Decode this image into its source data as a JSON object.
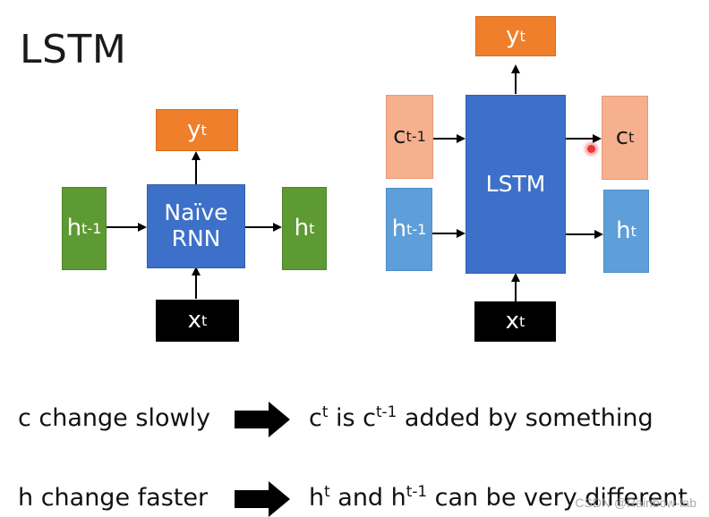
{
  "title": "LSTM",
  "rnn": {
    "output": {
      "base": "y",
      "sup": "t"
    },
    "hidden_in": {
      "base": "h",
      "sup": "t-1"
    },
    "cell_line1": "Naïve",
    "cell_line2": "RNN",
    "hidden_out": {
      "base": "h",
      "sup": "t"
    },
    "input": {
      "base": "x",
      "sup": "t"
    }
  },
  "lstm": {
    "output": {
      "base": "y",
      "sup": "t"
    },
    "cell_in": {
      "base": "c",
      "sup": "t-1"
    },
    "hidden_in": {
      "base": "h",
      "sup": "t-1"
    },
    "cell_label": "LSTM",
    "cell_out": {
      "base": "c",
      "sup": "t"
    },
    "hidden_out": {
      "base": "h",
      "sup": "t"
    },
    "input": {
      "base": "x",
      "sup": "t"
    }
  },
  "notes": [
    {
      "left": "c change slowly",
      "right": [
        {
          "text": "c"
        },
        {
          "sup": "t"
        },
        {
          "text": " is c"
        },
        {
          "sup": "t-1"
        },
        {
          "text": " added by something"
        }
      ]
    },
    {
      "left": "h change faster",
      "right": [
        {
          "text": "h"
        },
        {
          "sup": "t"
        },
        {
          "text": " and h"
        },
        {
          "sup": "t-1"
        },
        {
          "text": " can be very different"
        }
      ]
    }
  ],
  "watermark": "CSDN @Rainbow-lab",
  "colors": {
    "green": "#5e9a33",
    "orange": "#ef7f2b",
    "blue": "#3d70c8",
    "light_blue": "#5e9ed9",
    "salmon": "#f6b08e",
    "black": "#000000"
  }
}
